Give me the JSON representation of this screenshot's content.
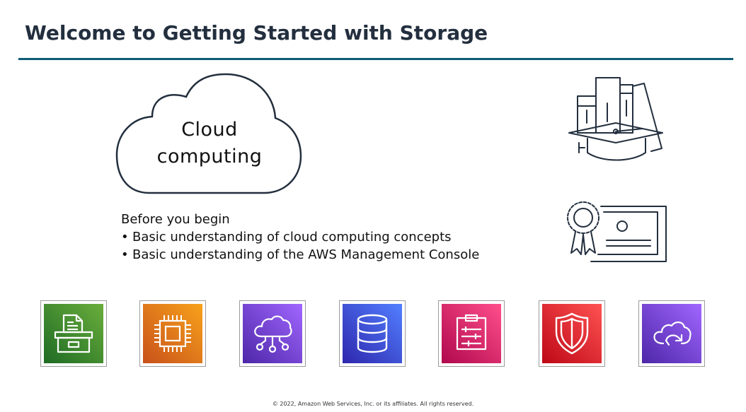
{
  "slide": {
    "title": "Welcome to Getting Started with Storage",
    "cloud_line1": "Cloud",
    "cloud_line2": "computing",
    "before_heading": "Before you begin",
    "bullets": [
      "Basic understanding of cloud computing concepts",
      "Basic understanding of the AWS Management Console"
    ],
    "footer": "© 2022, Amazon Web Services, Inc. or its affiliates. All rights reserved."
  },
  "service_icons": [
    {
      "icon": "storage-file-cabinet-icon",
      "colors": [
        "#1e6b24",
        "#6aae3c"
      ]
    },
    {
      "icon": "compute-chip-icon",
      "colors": [
        "#c8511b",
        "#f7a21b"
      ]
    },
    {
      "icon": "networking-cloud-icon",
      "colors": [
        "#4d27a8",
        "#a166ff"
      ]
    },
    {
      "icon": "database-cylinder-icon",
      "colors": [
        "#2e27ad",
        "#527fff"
      ]
    },
    {
      "icon": "management-clipboard-icon",
      "colors": [
        "#b0084d",
        "#ff4f8b"
      ]
    },
    {
      "icon": "security-shield-icon",
      "colors": [
        "#bd0816",
        "#ff5252"
      ]
    },
    {
      "icon": "migration-cloud-arrow-icon",
      "colors": [
        "#4d27a8",
        "#a166ff"
      ]
    }
  ],
  "colors": {
    "title": "#232f3e",
    "rule": "#0e5a74",
    "line_art": "#232f3e"
  }
}
